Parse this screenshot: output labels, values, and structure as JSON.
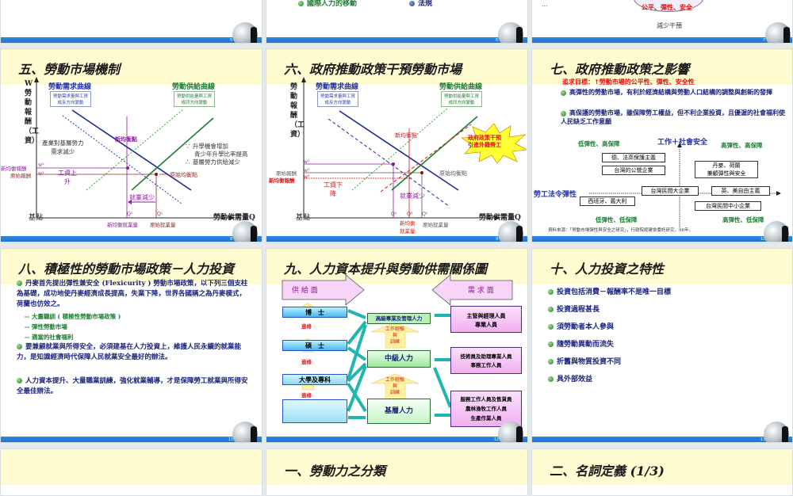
{
  "thumbnails": [
    {
      "number": "5",
      "title": "",
      "partial": "bottom"
    },
    {
      "number": "6",
      "title": "",
      "partial": "bottom",
      "visible_items": [
        "國際人力的移動",
        "法規"
      ]
    },
    {
      "number": "7",
      "title": "",
      "partial": "bottom",
      "visible_items": [
        "...",
        "公平、彈性、安全",
        "減少干預"
      ]
    },
    {
      "number": "8",
      "title": "五、勞動市場機制",
      "chart": {
        "y_axis_label": "W勞動報酬（工資）",
        "x_axis_label": "勞動供需量Q",
        "origin_label": "基點",
        "demand_title": "勞動需求曲線",
        "demand_note": "勞動需求量與工資\n成反方向變動",
        "supply_title": "勞動供給曲線",
        "supply_note": "勞動供給量與工資\n成同方向變動",
        "new_eq_point": "新均衡點",
        "orig_eq_point": "原始均衡點",
        "demand_shift_note": "產業對基層勞力\n需求減少",
        "supply_shift_note1": "∵ 升學機會增加",
        "supply_shift_note2": "青少年升學比率提高",
        "supply_shift_note3": "∴ 基層勞力供給減少",
        "new_wage_label": "新均衡報酬",
        "orig_wage_label": "原始報酬",
        "w2": "w²",
        "w1": "w¹",
        "wage_change": "工資上\n升",
        "employment_change": "就業減少",
        "q2": "Q²",
        "q1": "Q¹",
        "new_q_label": "新均衡就業量",
        "orig_q_label": "原始就業量"
      }
    },
    {
      "number": "9",
      "title": "六、政府推動政策干預勞動市場",
      "chart": {
        "y_axis_label": "勞動報酬（工資）",
        "x_axis_label": "勞動供需量Q",
        "origin_label": "基點",
        "demand_title": "勞動需求曲線",
        "demand_note": "勞動需求量與工資\n成反方向變動",
        "supply_title": "勞動供給曲線",
        "supply_note": "勞動供給量與工資\n成同方向變動",
        "new_eq_point": "新均衡點",
        "orig_eq_point": "原始均衡點",
        "burst_text": "政府政策干預\n引進外籍勞工",
        "orig_wage_label": "原始報酬",
        "new_wage_label": "新均衡報酬",
        "w2": "w²",
        "w1": "w¹",
        "w3": "w³",
        "wage_change": "工資下\n降",
        "employment_change": "就業減少",
        "q2": "Q²",
        "q3": "Q³",
        "q1": "Q¹",
        "new_q_label": "新均衡\n就業量",
        "orig_q_label": "原始就業量"
      }
    },
    {
      "number": "10",
      "title": "七、政府推動政策之影響",
      "goal": "追求目標：↑勞動市場的公平性、彈性、安全性",
      "bullets": [
        "高彈性的勞動市場，有利於經濟結構與勞動人口結構的調整與創新的發揮",
        "高保護的勞動市場，雖保障勞工權益，但不利企業投資，且優渥的社會福利使人民缺乏工作意願"
      ],
      "quadrant": {
        "y_axis": "工作＋社會安全",
        "x_axis": "勞工法令彈性",
        "top_left": "低彈性、高保障",
        "top_right": "高彈性、高保障",
        "bottom_left": "低彈性、低保障",
        "bottom_right": "高彈性、低保障",
        "boxes": [
          "德、法高保護主義",
          "台灣的公營企業",
          "丹麥、荷蘭\n兼顧彈性與安全",
          "台灣民間大企業",
          "英、美自由主義",
          "西班牙、義大利",
          "台灣民間中小企業"
        ]
      },
      "source": "資料來源：「勞動市場彈性與安全之研究」，行政院經建會委託研究，96年。"
    },
    {
      "number": "11",
      "title": "八、積極性的勞動市場政策－人力投資",
      "bullets": [
        "丹麥首先提出彈性兼安全 (Flexicurity ) 勞動市場政策，以下列三個支柱為基礎，成功地使丹麥經濟成長提高，失業下降，世界各國稱之為丹麥模式，荷蘭也仿效之。",
        "要兼顧就業與所得安全，必須建基在人力投資上，維護人民永續的就業能力，是知識經濟時代保障人民就業安全最好的辦法。",
        "人力資本提升、大量職業訓練，強化就業輔導，才是保障勞工就業與所得安全最佳辦法。"
      ],
      "sub_items": [
        "-- 大量職訓 ( 積極性勞動市場政策 )",
        "-- 彈性勞動市場",
        "-- 適當的社會福利"
      ]
    },
    {
      "number": "12",
      "title": "九、人力資本提升與勞動供需關係圖",
      "diagram": {
        "supply_side": "供 給 面",
        "demand_side": "需 求 面",
        "education": [
          "博　士",
          "碩　士",
          "大學及專科",
          ""
        ],
        "advance": "進修",
        "levels": [
          "高級專業及管理人力",
          "中級人力",
          "基層人力"
        ],
        "experience": "工作經驗\n與\n訓練",
        "demand_boxes": [
          "主管與經理人員\n專業人員",
          "技術員及助理專業人員\n事務工作人員",
          "服務工作人員及售貨員\n農林漁牧工作人員\n生產作業人員"
        ]
      }
    },
    {
      "number": "13",
      "title": "十、人力投資之特性",
      "bullets": [
        "投資包括消費－報酬率不是唯一目標",
        "投資過程甚長",
        "須勞動者本人參與",
        "隨勞動異動而流失",
        "折舊與物質投資不同",
        "具外部效益"
      ]
    },
    {
      "number": "",
      "title": "",
      "partial": "top"
    },
    {
      "number": "",
      "title": "一、勞動力之分類",
      "partial": "top"
    },
    {
      "number": "",
      "title": "二、名詞定義 (1/3)",
      "partial": "top"
    }
  ],
  "colors": {
    "title_band": "#fffbd0",
    "footer": "#1f78d6",
    "body_text": "#1a237e",
    "green": "#1e7d32",
    "red": "#d11",
    "purple": "#8a1a9b"
  }
}
